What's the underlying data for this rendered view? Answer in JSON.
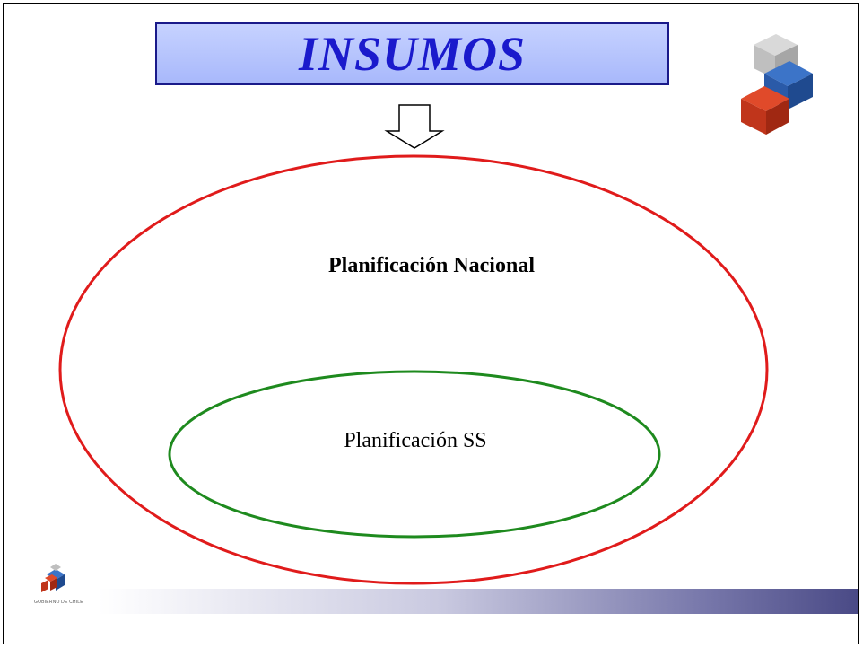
{
  "title": "INSUMOS",
  "outer_label": "Planificación Nacional",
  "inner_label": "Planificación SS",
  "footer_caption": "GOBIERNO DE CHILE",
  "icons": {
    "arrow": "down-arrow-icon",
    "logo_top": "cubes-logo",
    "logo_bottom": "government-logo"
  },
  "colors": {
    "title_text": "#1a1acc",
    "title_bg": "#b3c2fb",
    "outer_ellipse": "#e01b1b",
    "inner_ellipse": "#1e8a1e",
    "footer_bar": "#4a4a86"
  }
}
